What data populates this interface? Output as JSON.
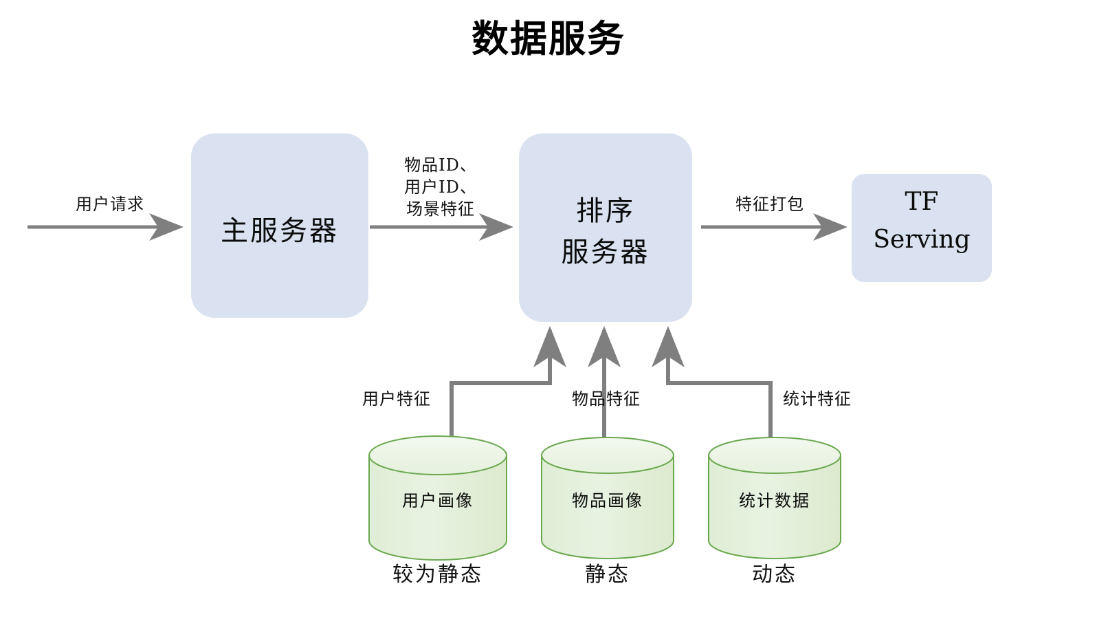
{
  "title": "数据服务",
  "colors": {
    "process_fill": "#dae1f1",
    "process_stroke": "none",
    "datastore_fill": "#e3efdc",
    "datastore_top_fill": "#eef6e9",
    "datastore_stroke": "#6aa84f",
    "arrow": "#7f7f7f",
    "text": "#000000",
    "background": "#ffffff"
  },
  "nodes": {
    "main_server": {
      "label": "主服务器"
    },
    "rank_server": {
      "label_line1": "排序",
      "label_line2": "服务器"
    },
    "tf_serving": {
      "label_line1": "TF",
      "label_line2": "Serving"
    }
  },
  "datastores": [
    {
      "label": "用户画像",
      "caption": "较为静态",
      "edge_label": "用户特征"
    },
    {
      "label": "物品画像",
      "caption": "静态",
      "edge_label": "物品特征"
    },
    {
      "label": "统计数据",
      "caption": "动态",
      "edge_label": "统计特征"
    }
  ],
  "edges": {
    "user_request": {
      "label": "用户请求"
    },
    "ids_and_context": {
      "line1": "物品ID、",
      "line2": "用户ID、",
      "line3": "场景特征"
    },
    "feature_pack": {
      "label": "特征打包"
    }
  }
}
